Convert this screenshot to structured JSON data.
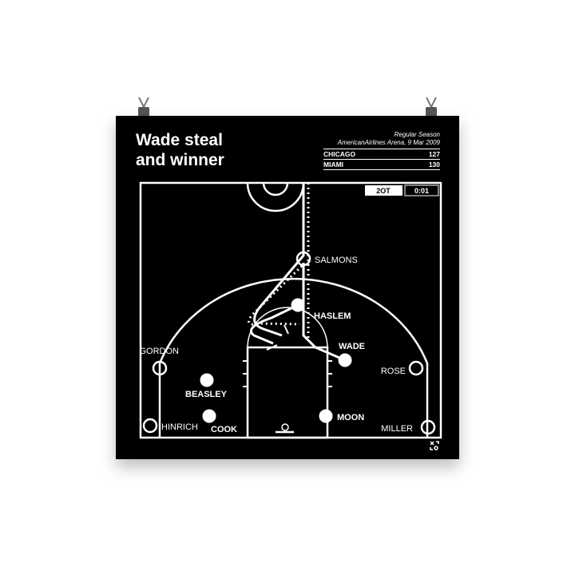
{
  "title_line1": "Wade steal",
  "title_line2": "and winner",
  "game": {
    "season": "Regular Season",
    "venue_date": "AmericanAirlines Arena, 9 Mar 2009",
    "teams": [
      {
        "name": "CHICAGO",
        "score": "127"
      },
      {
        "name": "MIAMI",
        "score": "130"
      }
    ]
  },
  "clock": {
    "period": "2OT",
    "time": "0:01"
  },
  "players": [
    {
      "name": "SALMONS",
      "team": "offense"
    },
    {
      "name": "HASLEM",
      "team": "defense"
    },
    {
      "name": "WADE",
      "team": "defense"
    },
    {
      "name": "ROSE",
      "team": "offense"
    },
    {
      "name": "GORDON",
      "team": "offense"
    },
    {
      "name": "BEASLEY",
      "team": "defense"
    },
    {
      "name": "HINRICH",
      "team": "offense"
    },
    {
      "name": "COOK",
      "team": "defense"
    },
    {
      "name": "MOON",
      "team": "defense"
    },
    {
      "name": "MILLER",
      "team": "offense"
    }
  ],
  "colors": {
    "background": "#000000",
    "lines": "#ffffff"
  }
}
